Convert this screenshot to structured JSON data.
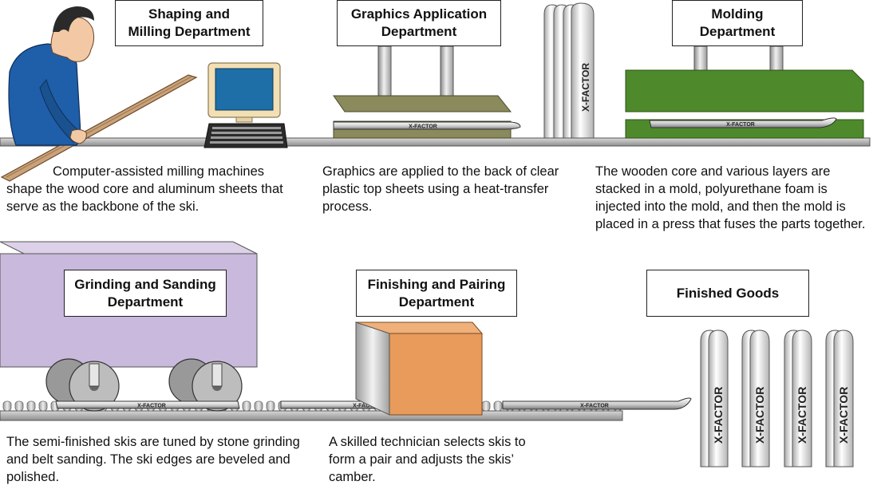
{
  "departments": {
    "shaping": {
      "title_line1": "Shaping and",
      "title_line2": "Milling Department",
      "description": "Computer-assisted milling machines shape the wood core and aluminum sheets that serve as the backbone of the ski."
    },
    "graphics": {
      "title_line1": "Graphics Application",
      "title_line2": "Department",
      "description": "Graphics are applied to the back of clear plastic top sheets using a heat-transfer process."
    },
    "molding": {
      "title_line1": "Molding",
      "title_line2": "Department",
      "description": "The wooden core and various layers are stacked in a mold, polyurethane foam is injected into the mold, and then the mold is placed in a press that fuses the parts together."
    },
    "grinding": {
      "title_line1": "Grinding and Sanding",
      "title_line2": "Department",
      "description": "The semi-finished skis are tuned by stone grinding and belt sanding. The ski edges are beveled and polished."
    },
    "finishing": {
      "title_line1": "Finishing and Pairing",
      "title_line2": "Department",
      "description": "A skilled technician selects skis to form a pair and adjusts the skis’ camber."
    },
    "finished_goods": {
      "title": "Finished Goods"
    }
  },
  "brand": "X-FACTOR",
  "colors": {
    "press_green": "#4e8a2c",
    "graphics_press": "#8a8a5c",
    "grinder_purple": "#c9b9dc",
    "finishing_box": "#e89b5a",
    "worker_shirt": "#1f5ea8",
    "monitor_screen": "#1e6fa8",
    "wood": "#c9a27a"
  }
}
